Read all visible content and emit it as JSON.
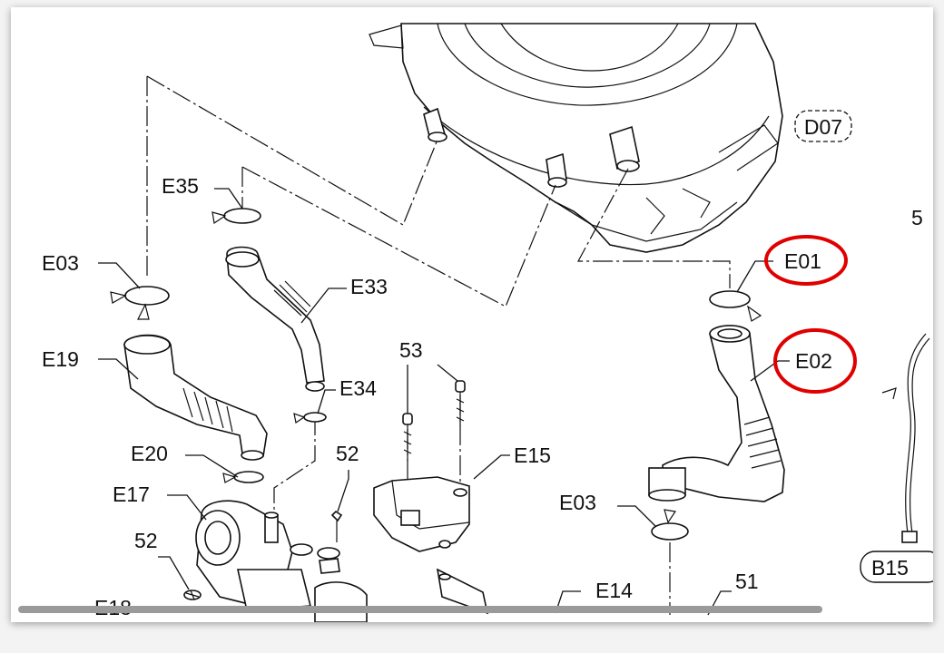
{
  "diagram": {
    "labels": {
      "d07": "D07",
      "e35": "E35",
      "e03_top": "E03",
      "e33": "E33",
      "e19": "E19",
      "e34": "E34",
      "e20": "E20",
      "e17": "E17",
      "e18": "E18",
      "n52_left": "52",
      "n52_mid": "52",
      "n53": "53",
      "e15": "E15",
      "e01": "E01",
      "e02": "E02",
      "e03_right": "E03",
      "e14": "E14",
      "n51": "51",
      "b15": "B15",
      "n5": "5"
    },
    "highlighted": [
      "E01",
      "E02"
    ],
    "highlight_color": "#e00000"
  }
}
